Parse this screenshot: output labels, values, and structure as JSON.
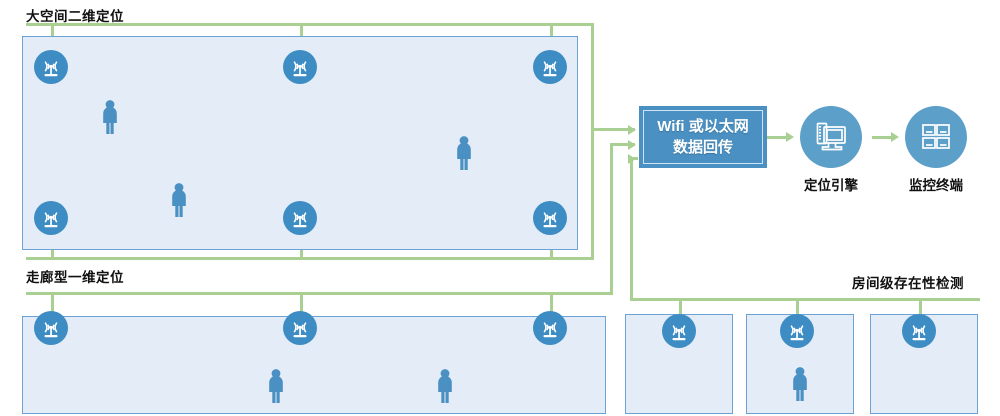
{
  "diagram": {
    "title_large_space": "大空间二维定位",
    "title_corridor": "走廊型一维定位",
    "title_room": "房间级存在性检测",
    "hub": {
      "line1": "Wifi 或以太网",
      "line2": "数据回传"
    },
    "nodes": [
      {
        "id": "engine",
        "label": "定位引擎",
        "icon": "positioning-engine-icon"
      },
      {
        "id": "terminal",
        "label": "监控终端",
        "icon": "monitoring-terminal-icon"
      }
    ],
    "icons": {
      "ap": "wifi-access-point-icon",
      "person": "person-icon",
      "arrow": "arrow-right-icon"
    },
    "colors": {
      "zone_fill": "#e4edf7",
      "zone_border": "#6ba3d6",
      "wire": "#a9cf92",
      "ap_circle": "#3d8cc4",
      "hub_fill": "#4a90c2",
      "node_circle": "#5c9fc9",
      "person": "#4a90c2",
      "text": "#111111"
    },
    "large_space": {
      "access_points": 6,
      "people": 3
    },
    "corridor": {
      "access_points": 3,
      "people": 2
    },
    "rooms": [
      {
        "access_points": 1,
        "people": 0
      },
      {
        "access_points": 1,
        "people": 1
      },
      {
        "access_points": 1,
        "people": 0
      }
    ]
  }
}
